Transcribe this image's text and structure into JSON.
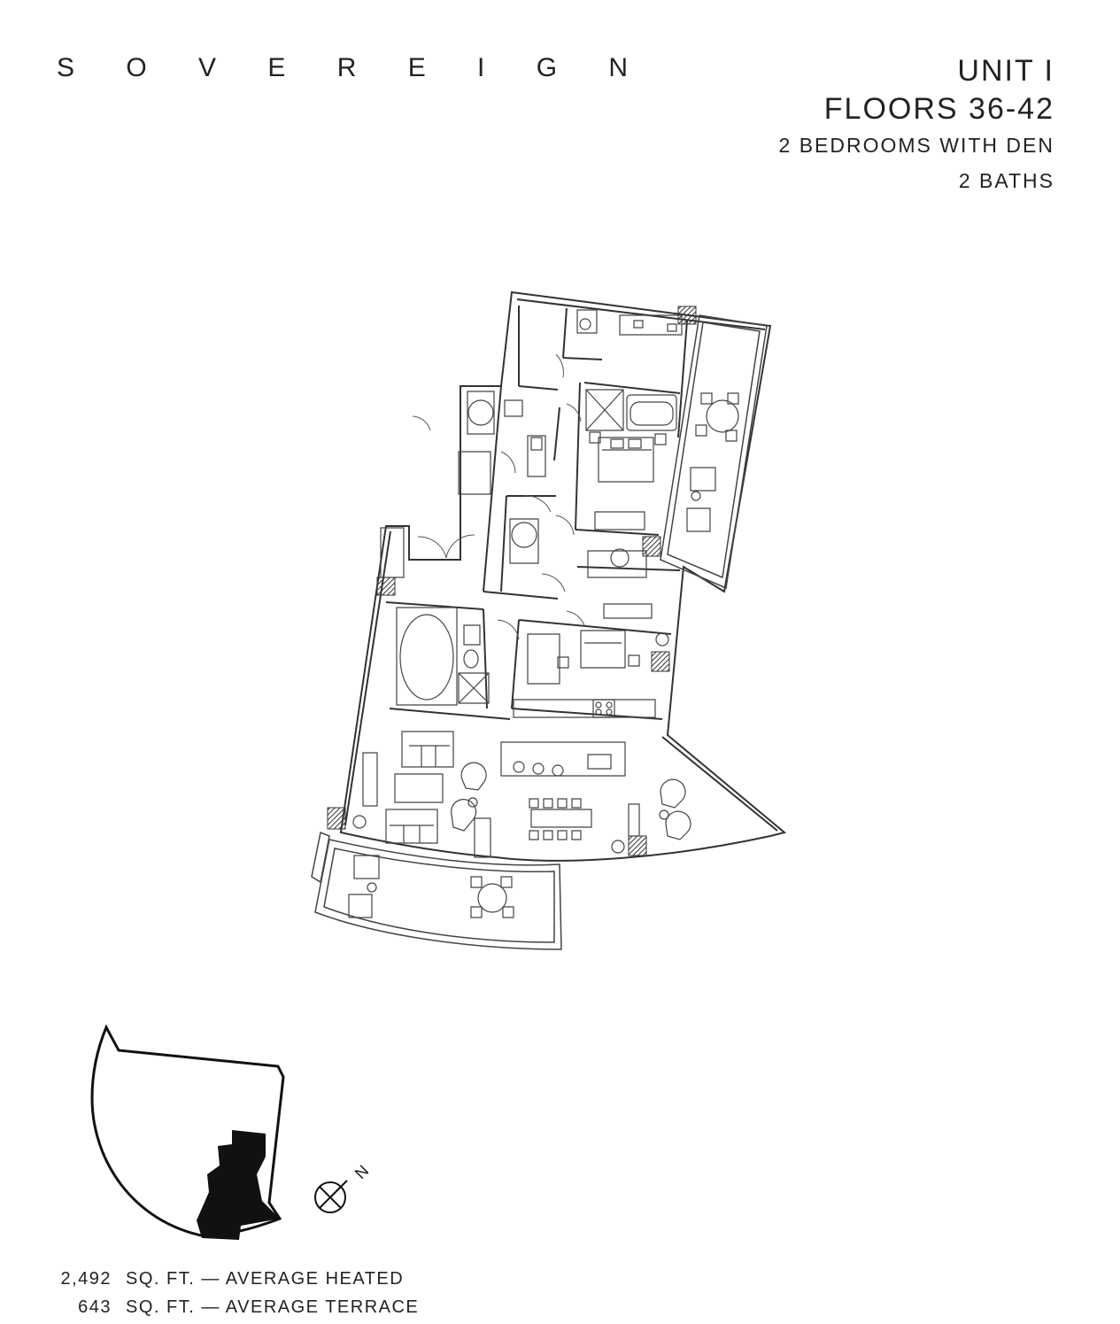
{
  "brand": "S O V E R E I G N",
  "unit": {
    "title": "UNIT I",
    "floors": "FLOORS 36-42",
    "bedrooms": "2 BEDROOMS WITH DEN",
    "baths": "2 BATHS"
  },
  "compass": {
    "north_label": "N"
  },
  "areas": [
    {
      "value": "2,492",
      "label": "SQ. FT. — AVERAGE HEATED"
    },
    {
      "value": "643",
      "label": "SQ. FT. — AVERAGE TERRACE"
    }
  ]
}
